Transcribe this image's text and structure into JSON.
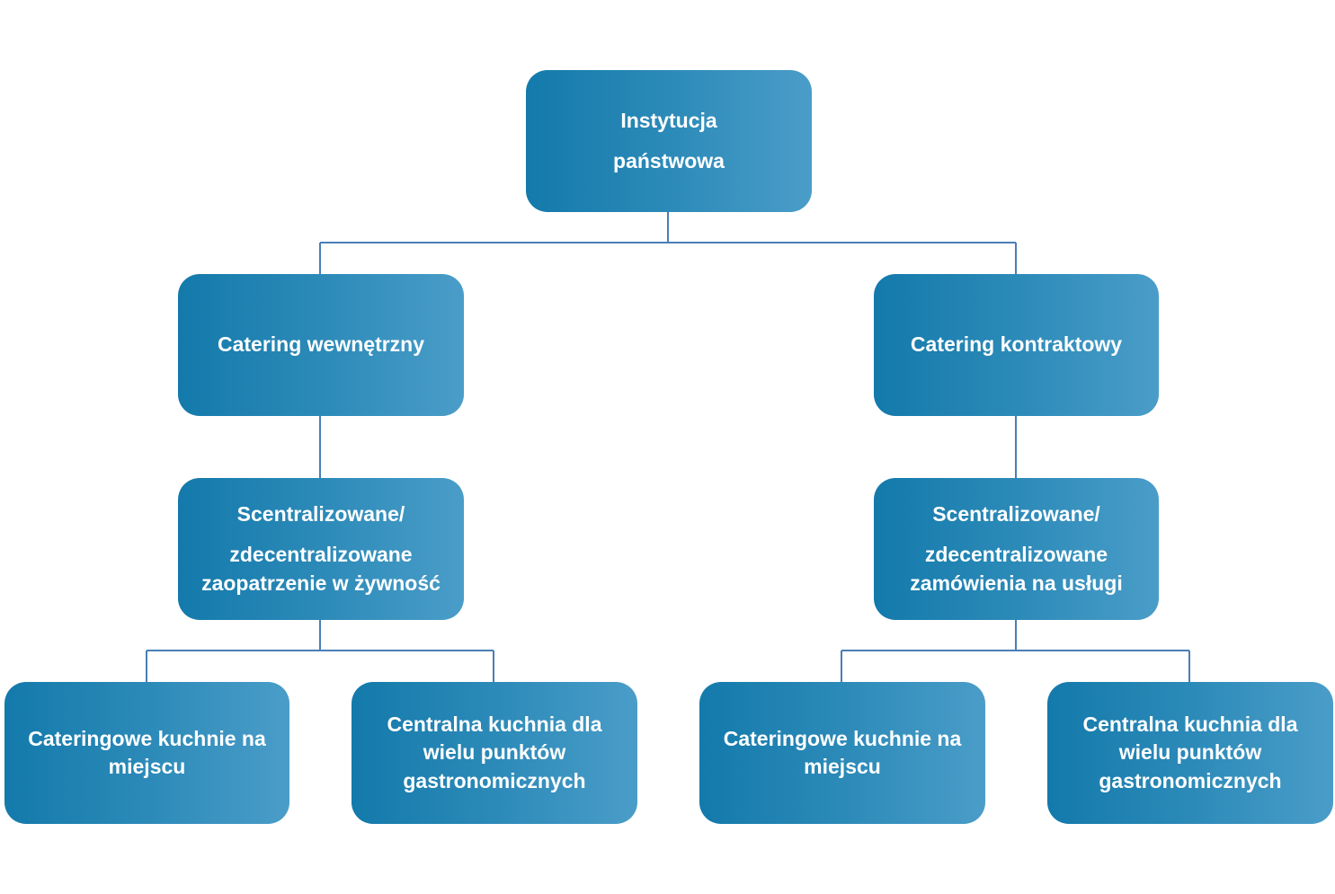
{
  "nodes": {
    "root": {
      "line1": "Instytucja",
      "line2": "państwowa"
    },
    "left_level1": {
      "label": "Catering wewnętrzny"
    },
    "right_level1": {
      "label": "Catering kontraktowy"
    },
    "left_level2": {
      "line1": "Scentralizowane/",
      "line2": "zdecentralizowane",
      "line3": "zaopatrzenie w żywność"
    },
    "right_level2": {
      "line1": "Scentralizowane/",
      "line2": "zdecentralizowane",
      "line3": "zamówienia na usługi"
    },
    "left_leaf_a": {
      "line1": "Cateringowe kuchnie na",
      "line2": "miejscu"
    },
    "left_leaf_b": {
      "line1": "Centralna kuchnia dla",
      "line2": "wielu punktów",
      "line3": "gastronomicznych"
    },
    "right_leaf_a": {
      "line1": "Cateringowe kuchnie na",
      "line2": "miejscu"
    },
    "right_leaf_b": {
      "line1": "Centralna kuchnia dla",
      "line2": "wielu punktów",
      "line3": "gastronomicznych"
    }
  },
  "colors": {
    "box_start": "#137aab",
    "box_end": "#4a9dc8",
    "connector": "#4a7fb5",
    "text": "#ffffff"
  }
}
